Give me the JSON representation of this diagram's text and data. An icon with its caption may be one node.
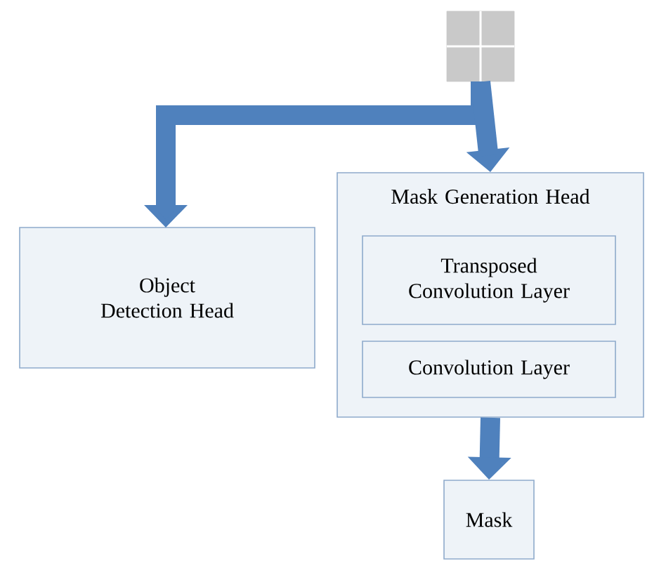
{
  "diagram": {
    "nodes": [
      {
        "text": [],
        "shape": "box"
      },
      {
        "text": [
          "Object Detection Head"
        ]
      },
      {
        "text": [
          "Mask Generation Head"
        ]
      },
      {
        "text": [
          "Transposed Convolution Layer"
        ],
        "in": 2
      },
      {
        "text": [
          "Convolution Layer"
        ],
        "in": 2
      },
      {
        "text": [
          "Mask"
        ]
      }
    ],
    "edges": [
      {
        "from": 0,
        "to": 1,
        "arrow": "to"
      },
      {
        "from": 0,
        "to": 2,
        "arrow": "to"
      },
      {
        "from": 2,
        "to": 5,
        "arrow": "to"
      }
    ]
  }
}
